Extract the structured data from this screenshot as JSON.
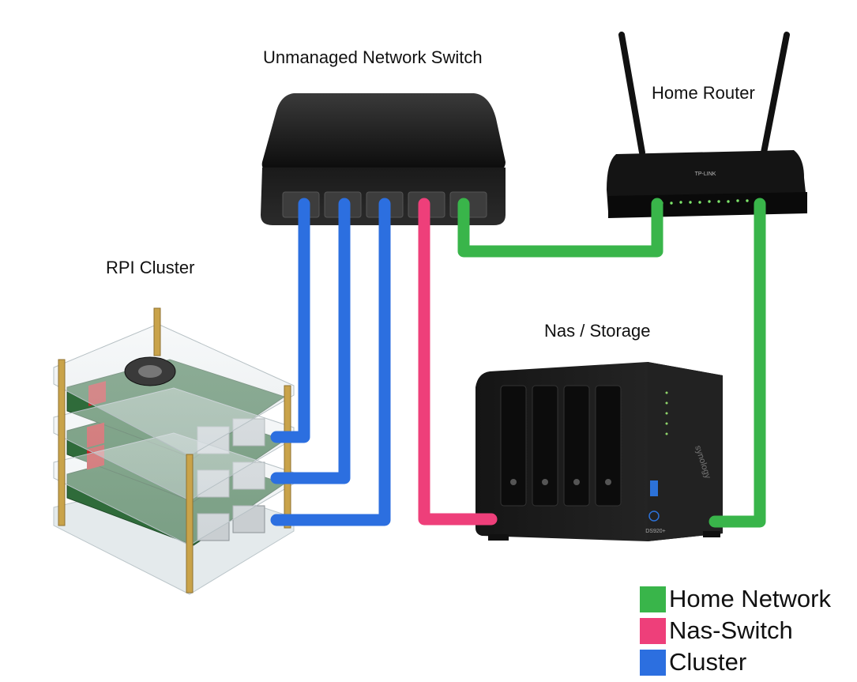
{
  "labels": {
    "switch": "Unmanaged Network Switch",
    "router": "Home Router",
    "cluster": "RPI Cluster",
    "nas": "Nas / Storage"
  },
  "legend": [
    {
      "label": "Home Network",
      "color": "#39b54a"
    },
    {
      "label": "Nas-Switch",
      "color": "#ee3f7a"
    },
    {
      "label": "Cluster",
      "color": "#2c6fe0"
    }
  ],
  "colors": {
    "home_network": "#39b54a",
    "nas_switch": "#ee3f7a",
    "cluster": "#2c6fe0"
  },
  "devices": {
    "router_brand": "TP-LINK",
    "nas_brand": "synology",
    "nas_model": "DS920+"
  }
}
